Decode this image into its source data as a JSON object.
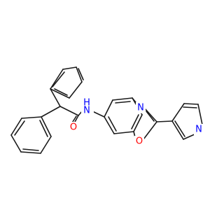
{
  "molecule": {
    "atoms": [
      {
        "id": "N_amide",
        "symbol": "N",
        "color": "#0000ff"
      },
      {
        "id": "H_amide",
        "symbol": "H",
        "color": "#0000ff"
      },
      {
        "id": "O_carbonyl",
        "symbol": "O",
        "color": "#ff0000"
      },
      {
        "id": "N_oxazole",
        "symbol": "N",
        "color": "#0000ff"
      },
      {
        "id": "O_oxazole",
        "symbol": "O",
        "color": "#ff0000"
      },
      {
        "id": "N_pyridine",
        "symbol": "N",
        "color": "#0000ff"
      }
    ],
    "bond_color": "#1a1a1a"
  }
}
